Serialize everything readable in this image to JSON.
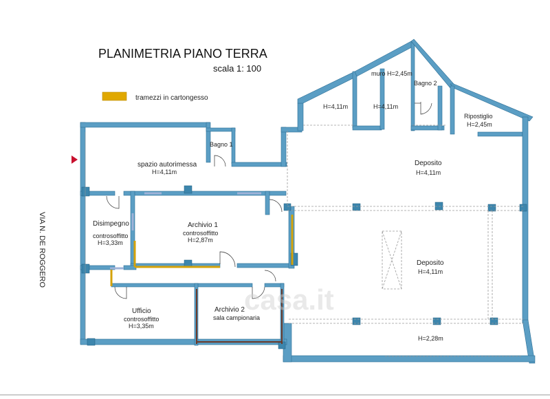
{
  "title": "PLANIMETRIA PIANO TERRA",
  "scale": "scala 1: 100",
  "legend": {
    "label": "tramezzi in cartongesso",
    "color": "#e0a800"
  },
  "street": "VIA N. DE ROGGERO",
  "watermark": "casa.it",
  "colors": {
    "wall": "#5b9ec4",
    "partition": "#d4a20a"
  },
  "rooms": {
    "garage": {
      "name": "spazio autorimessa",
      "height": "H=4,11m"
    },
    "bath1": {
      "name": "Bagno 1"
    },
    "disimpegno": {
      "name": "Disimpegno",
      "note": "controsoffitto",
      "height": "H=3,33m"
    },
    "archivio1": {
      "name": "Archivio 1",
      "note": "controsoffitto",
      "height": "H=2,87m"
    },
    "ufficio": {
      "name": "Ufficio",
      "note": "controsoffitto",
      "height": "H=3,35m"
    },
    "archivio2": {
      "name": "Archivio 2",
      "note": "sala campionaria"
    },
    "upperleft": {
      "height": "H=4,11m"
    },
    "uppermid": {
      "height": "H=4,11m"
    },
    "muro": {
      "label": "muro H=2,45m"
    },
    "bath2": {
      "name": "Bagno 2"
    },
    "ripostiglio": {
      "name": "Ripostiglio",
      "height": "H=2,45m"
    },
    "deposito1": {
      "name": "Deposito",
      "height": "H=4,11m"
    },
    "deposito2": {
      "name": "Deposito",
      "height": "H=4,11m"
    },
    "lower": {
      "height": "H=2,28m"
    }
  }
}
